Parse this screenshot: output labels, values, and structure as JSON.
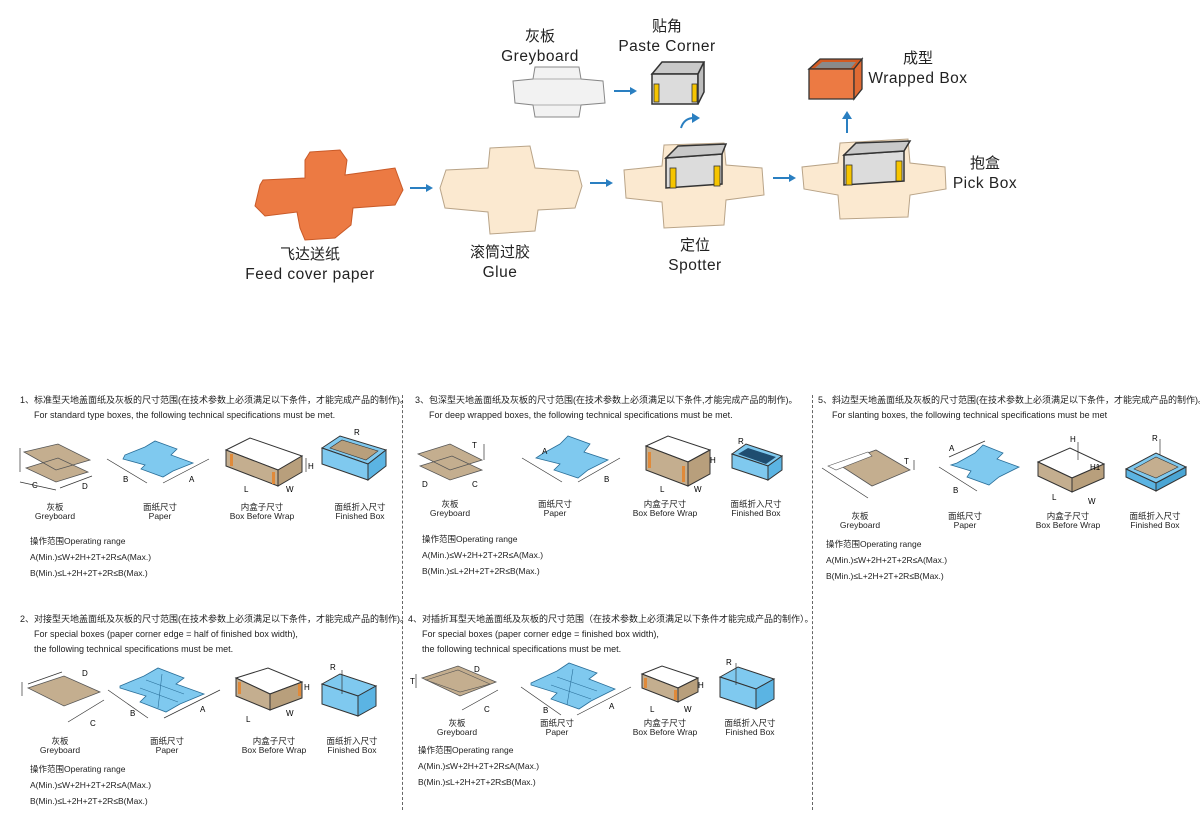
{
  "flow": {
    "feed": {
      "cn": "飞达送纸",
      "en": "Feed cover paper"
    },
    "glue": {
      "cn": "滚筒过胶",
      "en": "Glue"
    },
    "spotter": {
      "cn": "定位",
      "en": "Spotter"
    },
    "greyboard": {
      "cn": "灰板",
      "en": "Greyboard"
    },
    "paste": {
      "cn": "贴角",
      "en": "Paste Corner"
    },
    "pick": {
      "cn": "抱盒",
      "en": "Pick Box"
    },
    "wrapped": {
      "cn": "成型",
      "en": "Wrapped Box"
    }
  },
  "colors": {
    "orange": "#ec7a43",
    "beige": "#fbe9d0",
    "blue": "#7fc9ef",
    "brown": "#c4ae8f",
    "arrow": "#2a7fc1",
    "yellow": "#f6c500"
  },
  "labels": {
    "greyboard_cn": "灰板",
    "greyboard_en": "Greyboard",
    "paper_cn": "面纸尺寸",
    "paper_en": "Paper",
    "bbw_cn": "内盒子尺寸",
    "bbw_en": "Box Before Wrap",
    "fb_cn": "面纸折入尺寸",
    "fb_en": "Finished Box",
    "op_title": "操作范围Operating range"
  },
  "sections": [
    {
      "title": "1、标准型天地盖面纸及灰板的尺寸范围(在技术参数上必须满足以下条件，才能完成产品的制作)。",
      "sub": [
        "For standard type boxes, the following technical specifications must be met."
      ],
      "formula_a": "A(Min.)≤W+2H+2T+2R≤A(Max.)",
      "formula_b": "B(Min.)≤L+2H+2T+2R≤B(Max.)"
    },
    {
      "title": "3、包深型天地盖面纸及灰板的尺寸范围(在技术参数上必须满足以下条件,才能完成产品的制作)。",
      "sub": [
        "For deep wrapped boxes, the following technical specifications must be met."
      ],
      "formula_a": "A(Min.)≤W+2H+2T+2R≤A(Max.)",
      "formula_b": "B(Min.)≤L+2H+2T+2R≤B(Max.)"
    },
    {
      "title": "5、斜边型天地盖面纸及灰板的尺寸范围(在技术参数上必须满足以下条件，才能完成产品的制作)。",
      "sub": [
        "For slanting boxes, the following technical specifications must be met"
      ],
      "formula_a": "A(Min.)≤W+2H+2T+2R≤A(Max.)",
      "formula_b": "B(Min.)≤L+2H+2T+2R≤B(Max.)"
    },
    {
      "title": "2、对接型天地盖面纸及灰板的尺寸范围(在技术参数上必须满足以下条件，才能完成产品的制作)。",
      "sub": [
        "For special boxes (paper corner edge = half of finished box width),",
        "the following technical specifications must be met."
      ],
      "formula_a": "A(Min.)≤W+2H+2T+2R≤A(Max.)",
      "formula_b": "B(Min.)≤L+2H+2T+2R≤B(Max.)"
    },
    {
      "title": "4、对插折耳型天地盖面纸及灰板的尺寸范围（在技术参数上必须满足以下条件才能完成产品的制作）。",
      "sub": [
        "For special boxes (paper corner edge = finished box width),",
        "the following technical specifications must be met."
      ],
      "formula_a": "A(Min.)≤W+2H+2T+2R≤A(Max.)",
      "formula_b": "B(Min.)≤L+2H+2T+2R≤B(Max.)"
    }
  ],
  "dims": {
    "a": "A",
    "b": "B",
    "c": "C",
    "d": "D",
    "h": "H",
    "h1": "H1",
    "l": "L",
    "w": "W",
    "t": "T",
    "r": "R"
  }
}
